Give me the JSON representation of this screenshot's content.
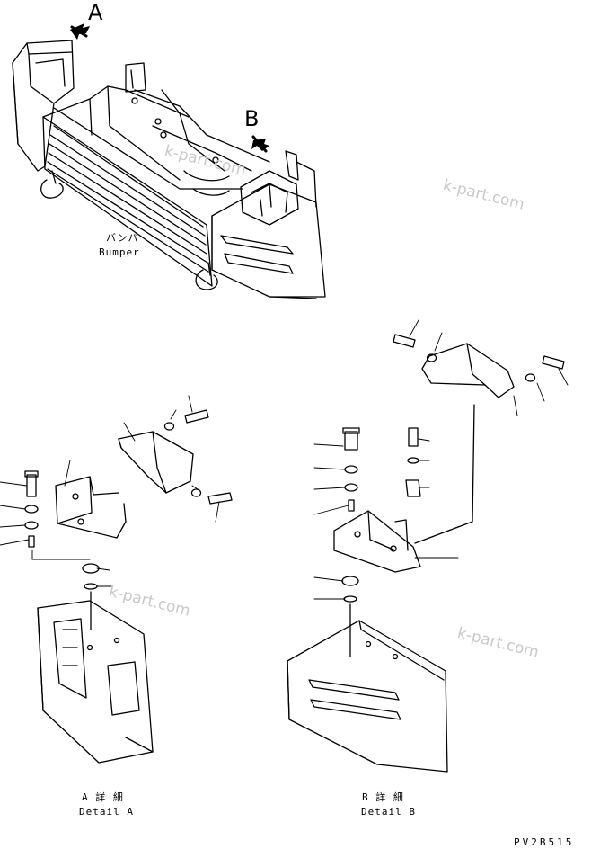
{
  "callouts": {
    "a": "A",
    "b": "B"
  },
  "bumper": {
    "label_jp": "バンパ",
    "label_en": "Bumper"
  },
  "detail_a": {
    "label_jp": "A 詳 細",
    "label_en": "Detail A"
  },
  "detail_b": {
    "label_jp": "B 詳 細",
    "label_en": "Detail B"
  },
  "watermarks": [
    "k-part.com",
    "k-part.com",
    "k-part.com",
    "k-part.com"
  ],
  "drawing_code": "PV2B515"
}
